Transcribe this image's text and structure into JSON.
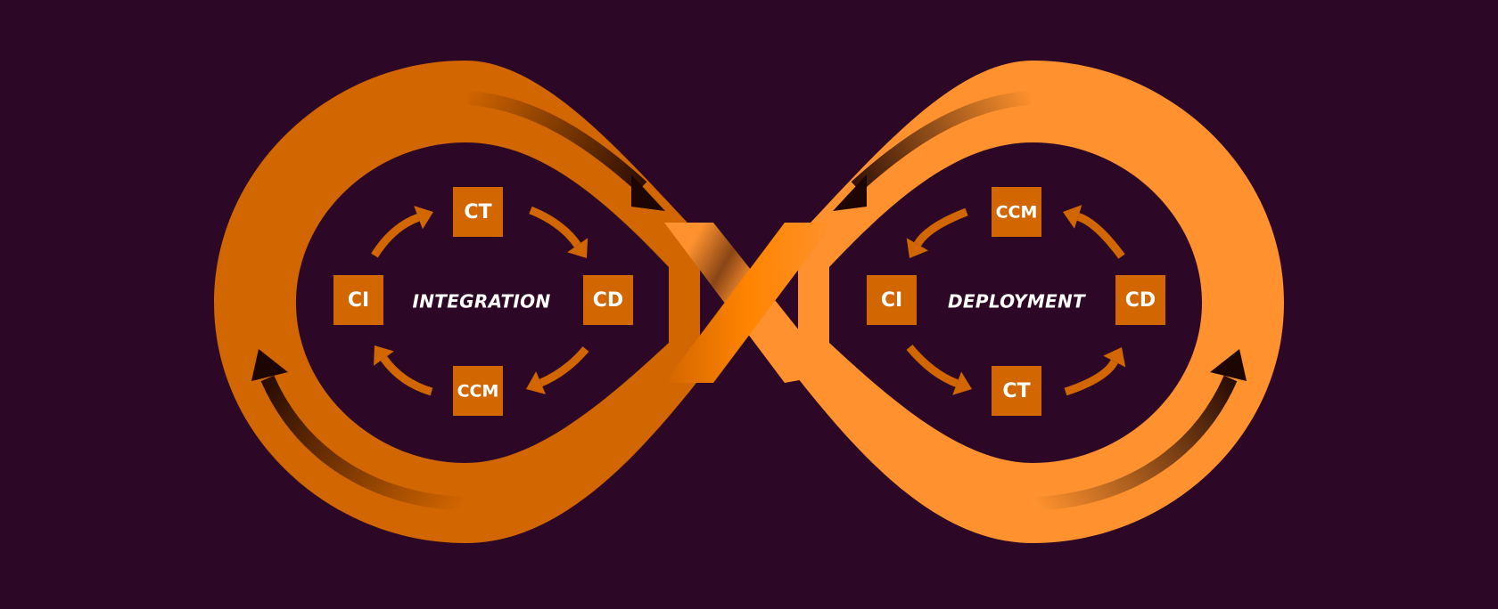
{
  "colors": {
    "background": "#2c0826",
    "left_loop": "#d26600",
    "right_loop": "#ff922e",
    "crossing": "#ff8400",
    "box": "#d26600",
    "arrow": "#d26600",
    "dark_arrow": "#1c0503",
    "text": "#ffffff"
  },
  "left_loop": {
    "label": "INTEGRATION",
    "nodes": {
      "top": "CT",
      "right": "CD",
      "bottom": "CCM",
      "left": "CI"
    }
  },
  "right_loop": {
    "label": "DEPLOYMENT",
    "nodes": {
      "top": "CCM",
      "right": "CD",
      "bottom": "CT",
      "left": "CI"
    }
  }
}
